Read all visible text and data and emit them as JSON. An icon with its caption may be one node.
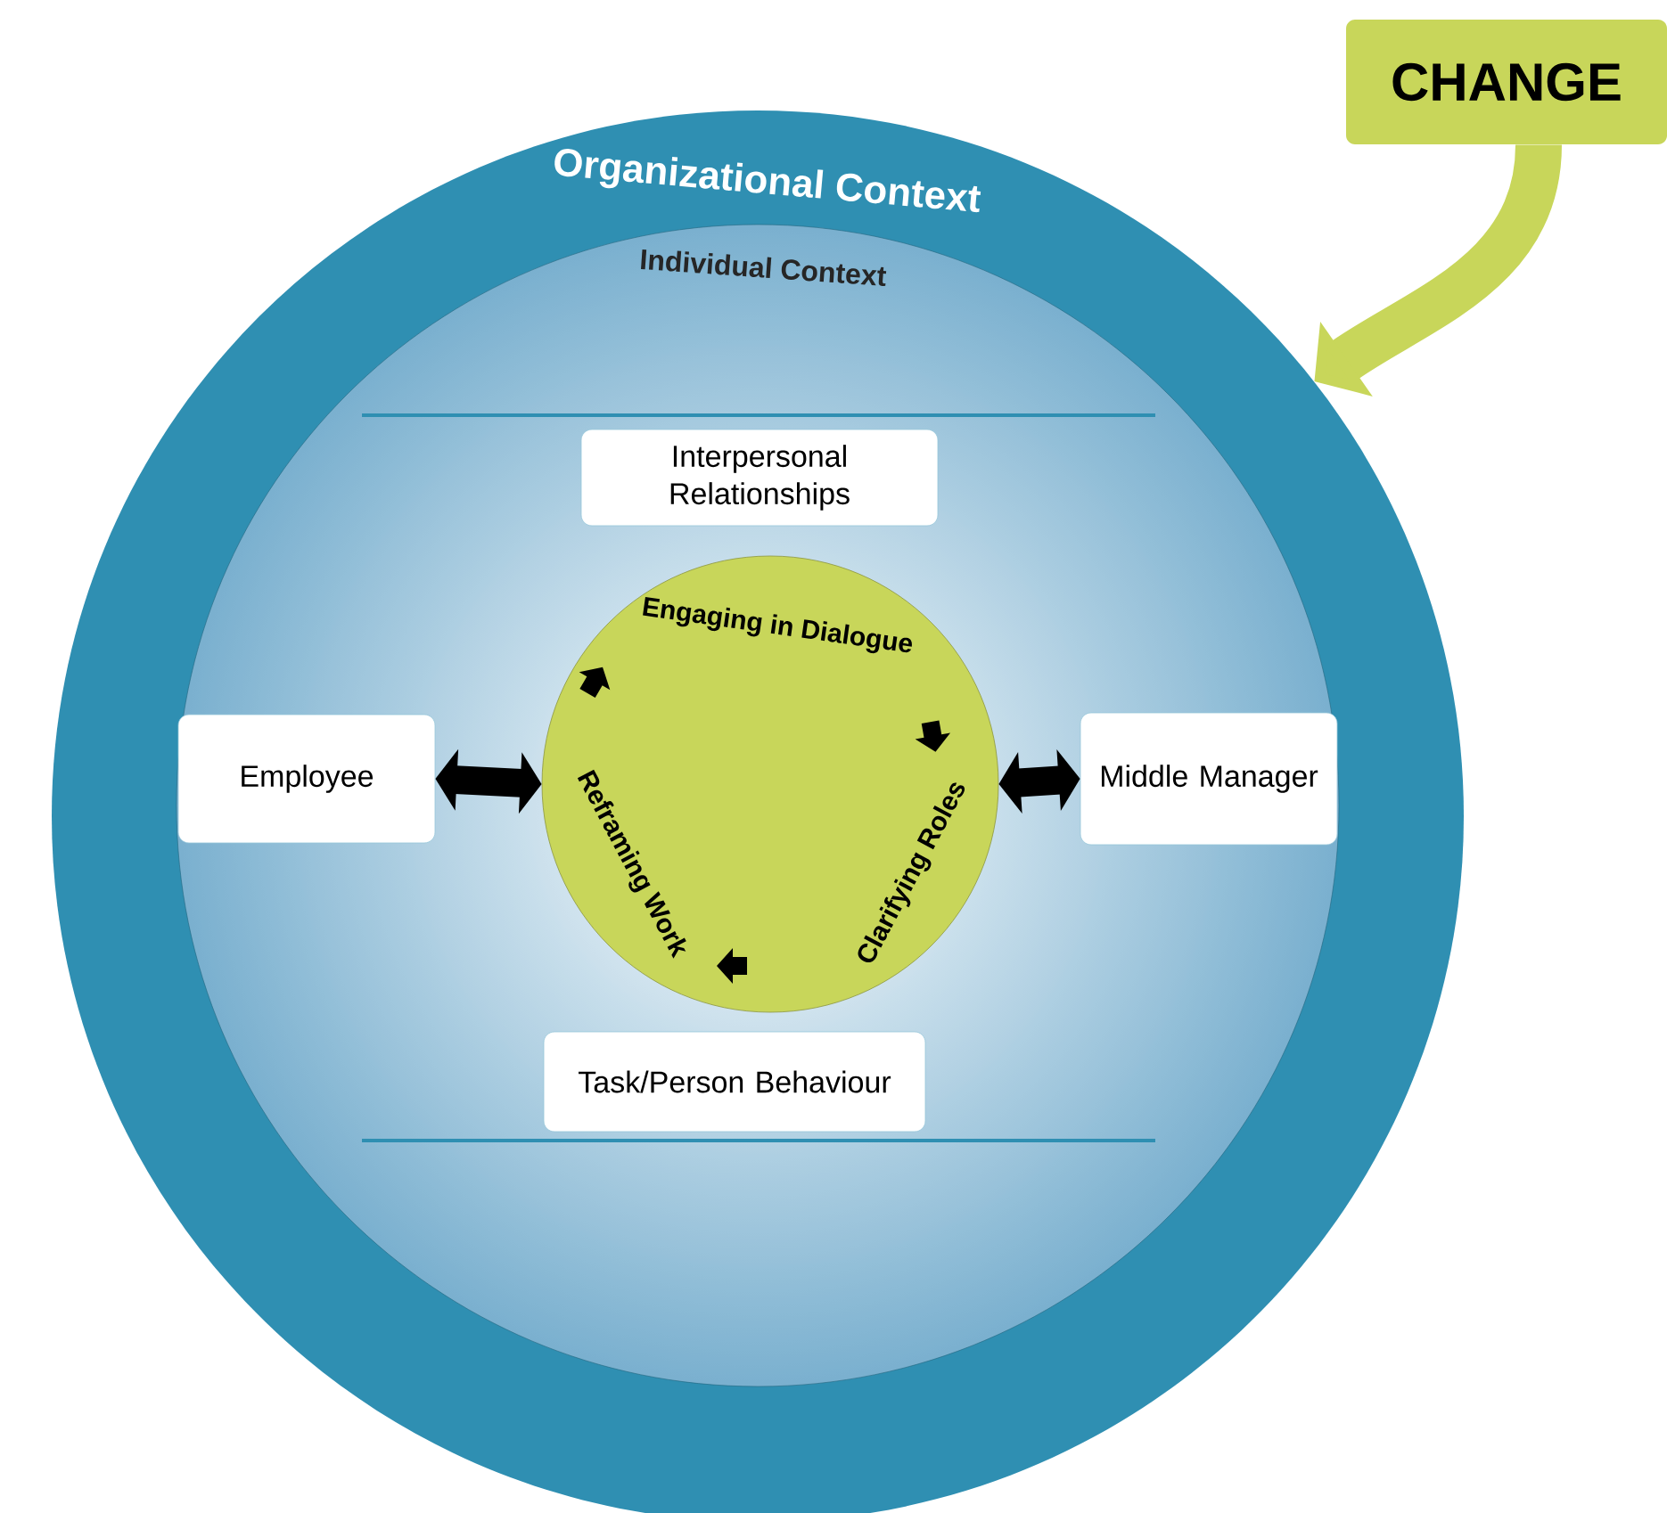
{
  "diagram": {
    "nodes": [
      {
        "text": [
          "Organizational Context"
        ]
      },
      {
        "text": [
          "Individual Context"
        ],
        "in": 0
      },
      {
        "text": [
          "Interpersonal Relationships"
        ],
        "in": 1
      },
      {
        "text": [
          "Engaging in Dialogue",
          "Clarifying Roles",
          "Reframing Work"
        ],
        "in": 1
      },
      {
        "text": [
          "Employee"
        ],
        "in": 1
      },
      {
        "text": [
          "Middle Manager"
        ],
        "in": 1
      },
      {
        "text": [
          "Task/Person Behaviour"
        ],
        "in": 1
      },
      {
        "text": [
          "CHANGE"
        ]
      }
    ],
    "edges": [
      {
        "from": 4,
        "to": 3,
        "arrow": "both"
      },
      {
        "from": 5,
        "to": 3,
        "arrow": "both"
      },
      {
        "from": 7,
        "to": 0,
        "arrow": "to",
        "color": "#c8d65a"
      }
    ]
  }
}
